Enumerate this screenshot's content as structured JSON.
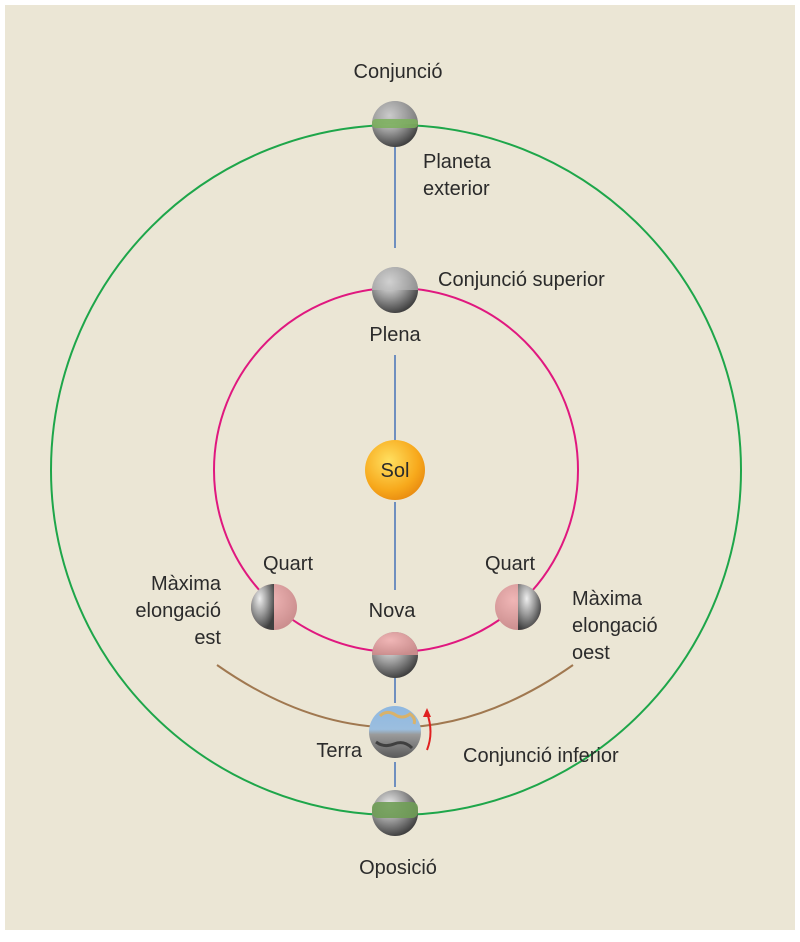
{
  "labels": {
    "conjuncio": "Conjunció",
    "planeta_exterior_1": "Planeta",
    "planeta_exterior_2": "exterior",
    "conjuncio_superior": "Conjunció superior",
    "plena": "Plena",
    "sol": "Sol",
    "quart_left": "Quart",
    "quart_right": "Quart",
    "elong_est_1": "Màxima",
    "elong_est_2": "elongació",
    "elong_est_3": "est",
    "elong_oest_1": "Màxima",
    "elong_oest_2": "elongació",
    "elong_oest_3": "oest",
    "nova": "Nova",
    "terra": "Terra",
    "conjuncio_inferior": "Conjunció inferior",
    "oposicio": "Oposició"
  },
  "colors": {
    "background": "#ebe6d5",
    "outer_orbit": "#1ea64a",
    "inner_orbit": "#e0187f",
    "earth_arc": "#a07850",
    "axis_line": "#6f8fbf",
    "sun": "#f7a81b",
    "rotation_arrow": "#e02020"
  },
  "icons": {
    "sun": "sun-icon",
    "earth": "earth-icon",
    "planet": "planet-sphere-icon"
  }
}
